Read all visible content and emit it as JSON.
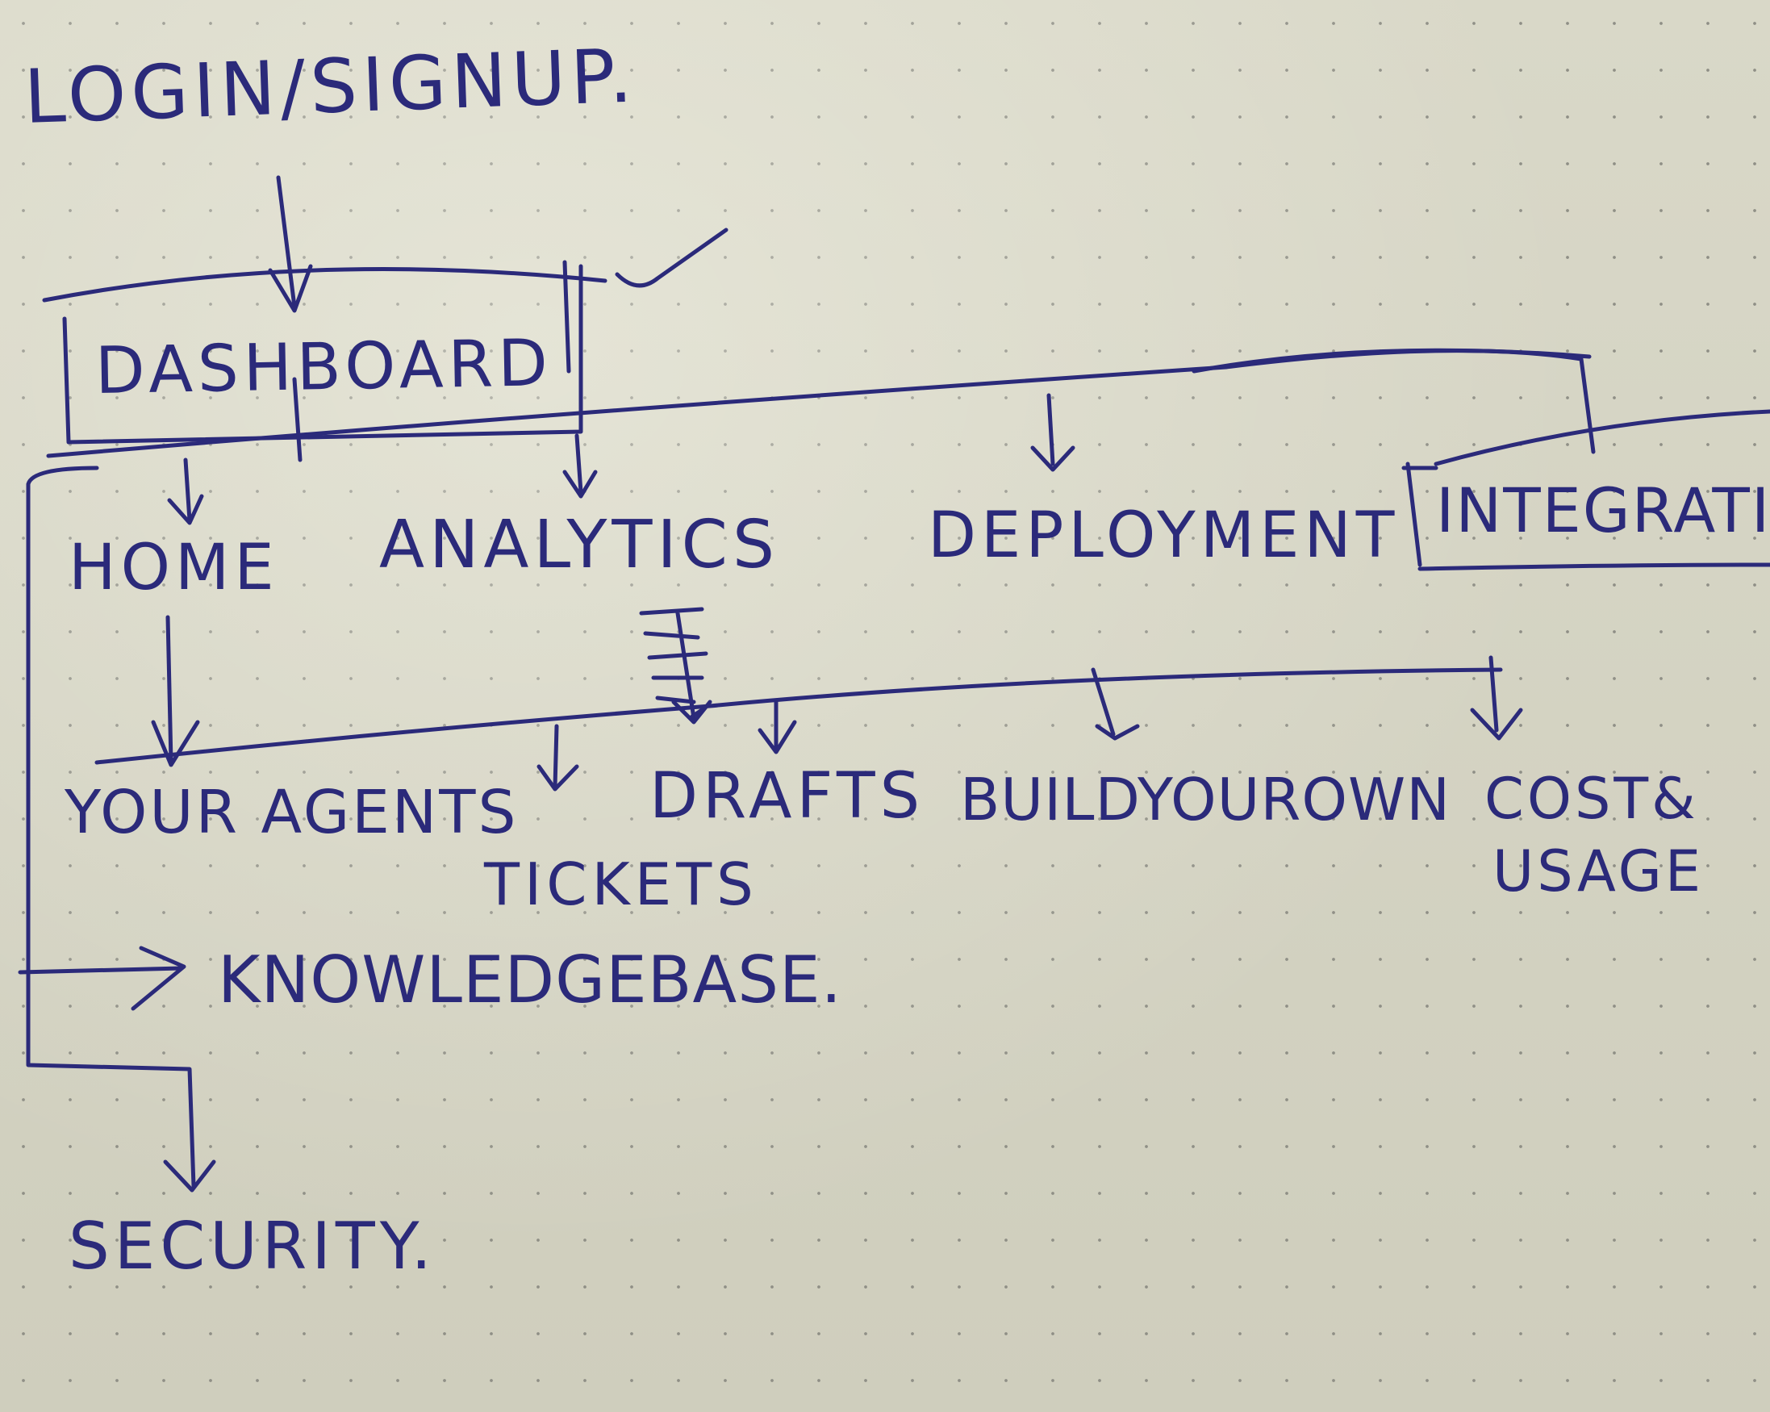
{
  "nodes": {
    "login": "LOGIN/SIGNUP.",
    "dashboard": "DASHBOARD",
    "home": "HOME",
    "analytics": "ANALYTICS",
    "deployment": "DEPLOYMENT",
    "integrations": "INTEGRATI",
    "your_agents": "YOUR AGENTS",
    "drafts": "DRAFTS",
    "tickets": "TICKETS",
    "build_your_own": "BUILDYOUROWN",
    "cost_usage_line1": "COST&",
    "cost_usage_line2": "USAGE",
    "knowledge_base": "KNOWLEDGEBASE.",
    "security": "SECURITY."
  },
  "colors": {
    "ink": "#2b2a7a",
    "paper": "#d6d5c4",
    "dots": "#8f8f86"
  }
}
